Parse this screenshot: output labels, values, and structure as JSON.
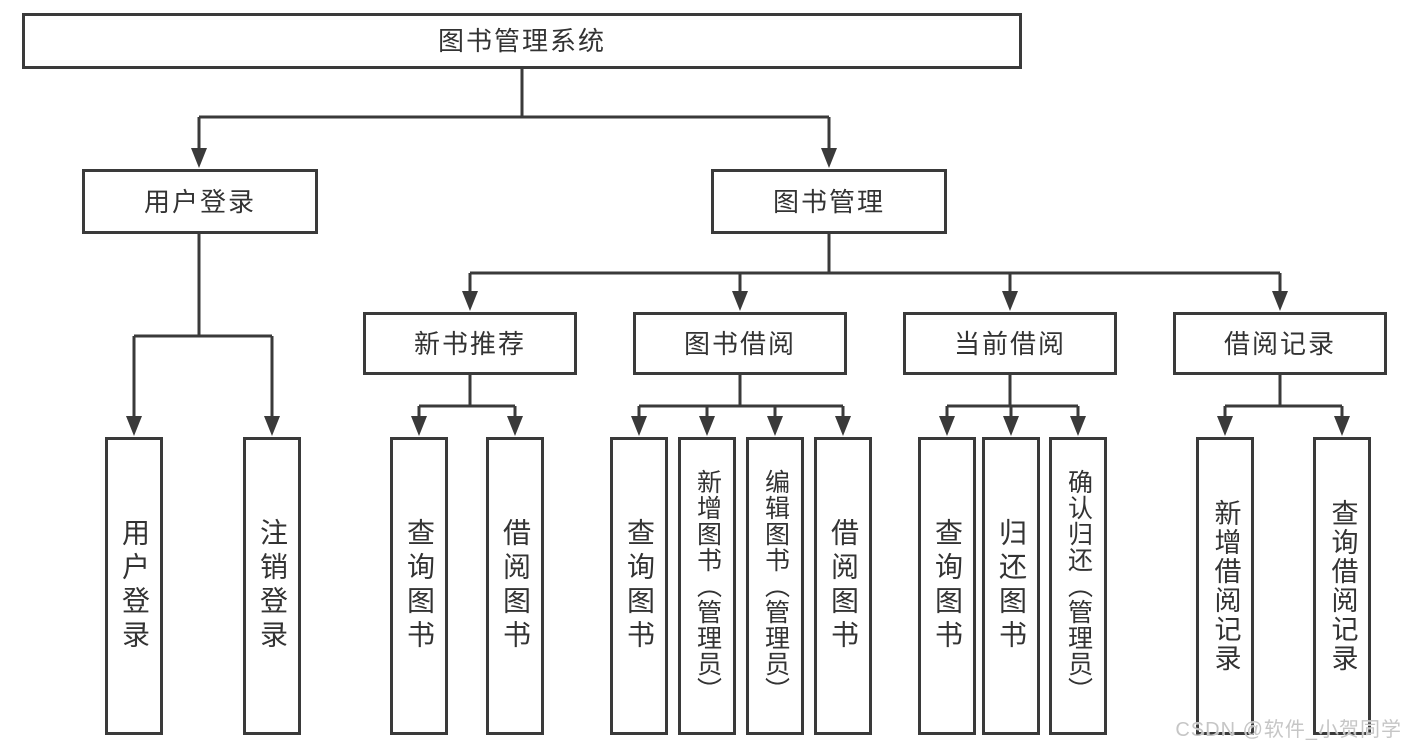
{
  "tree": {
    "root": {
      "label": "图书管理系统"
    },
    "branches": [
      {
        "label": "用户登录",
        "children": [
          {
            "label": "用户登录"
          },
          {
            "label": "注销登录"
          }
        ]
      },
      {
        "label": "图书管理",
        "children": [
          {
            "label": "新书推荐",
            "children": [
              {
                "label": "查询图书"
              },
              {
                "label": "借阅图书"
              }
            ]
          },
          {
            "label": "图书借阅",
            "children": [
              {
                "label": "查询图书"
              },
              {
                "label": "新增图书（管理员）"
              },
              {
                "label": "编辑图书（管理员）"
              },
              {
                "label": "借阅图书"
              }
            ]
          },
          {
            "label": "当前借阅",
            "children": [
              {
                "label": "查询图书"
              },
              {
                "label": "归还图书"
              },
              {
                "label": "确认归还（管理员）"
              }
            ]
          },
          {
            "label": "借阅记录",
            "children": [
              {
                "label": "新增借阅记录"
              },
              {
                "label": "查询借阅记录"
              }
            ]
          }
        ]
      }
    ]
  },
  "watermark": "CSDN @软件_小贺同学",
  "colors": {
    "line": "#3a3a3a",
    "text": "#333333",
    "background": "#ffffff",
    "watermark": "#c6c6c6"
  }
}
